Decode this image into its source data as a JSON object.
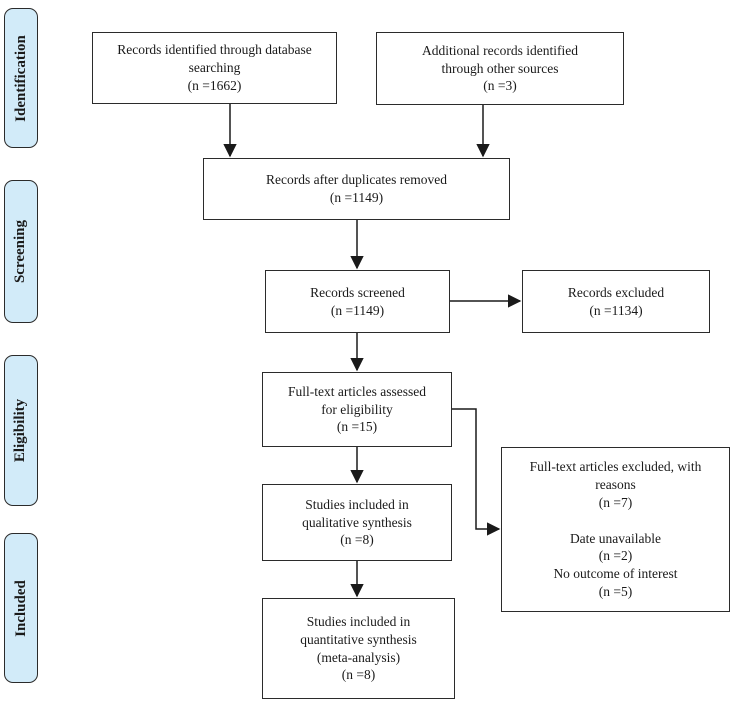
{
  "colors": {
    "background": "#ffffff",
    "stage_fill": "#d2ebf9",
    "box_border": "#2b2b2b",
    "line": "#1a1a1a",
    "text": "#1a1a1a"
  },
  "stages": [
    {
      "label": "Identification"
    },
    {
      "label": "Screening"
    },
    {
      "label": "Eligibility"
    },
    {
      "label": "Included"
    }
  ],
  "boxes": {
    "identified_database": {
      "text": "Records identified through database\nsearching\n(n =1662)"
    },
    "identified_other": {
      "text": "Additional records identified\nthrough other sources\n(n =3)"
    },
    "after_duplicates": {
      "text": "Records after duplicates removed\n(n =1149)"
    },
    "screened": {
      "text": "Records screened\n(n =1149)"
    },
    "excluded": {
      "text": "Records excluded\n(n =1134)"
    },
    "fulltext_assessed": {
      "text": "Full-text articles assessed\nfor eligibility\n(n =15)"
    },
    "fulltext_excluded": {
      "text": "Full-text articles excluded, with\nreasons\n(n =7)\n\nDate unavailable\n(n =2)\nNo outcome of interest\n(n =5)"
    },
    "qualitative": {
      "text": "Studies included in\nqualitative synthesis\n(n =8)"
    },
    "quantitative": {
      "text": "Studies included in\nquantitative synthesis\n(meta-analysis)\n(n =8)"
    }
  }
}
